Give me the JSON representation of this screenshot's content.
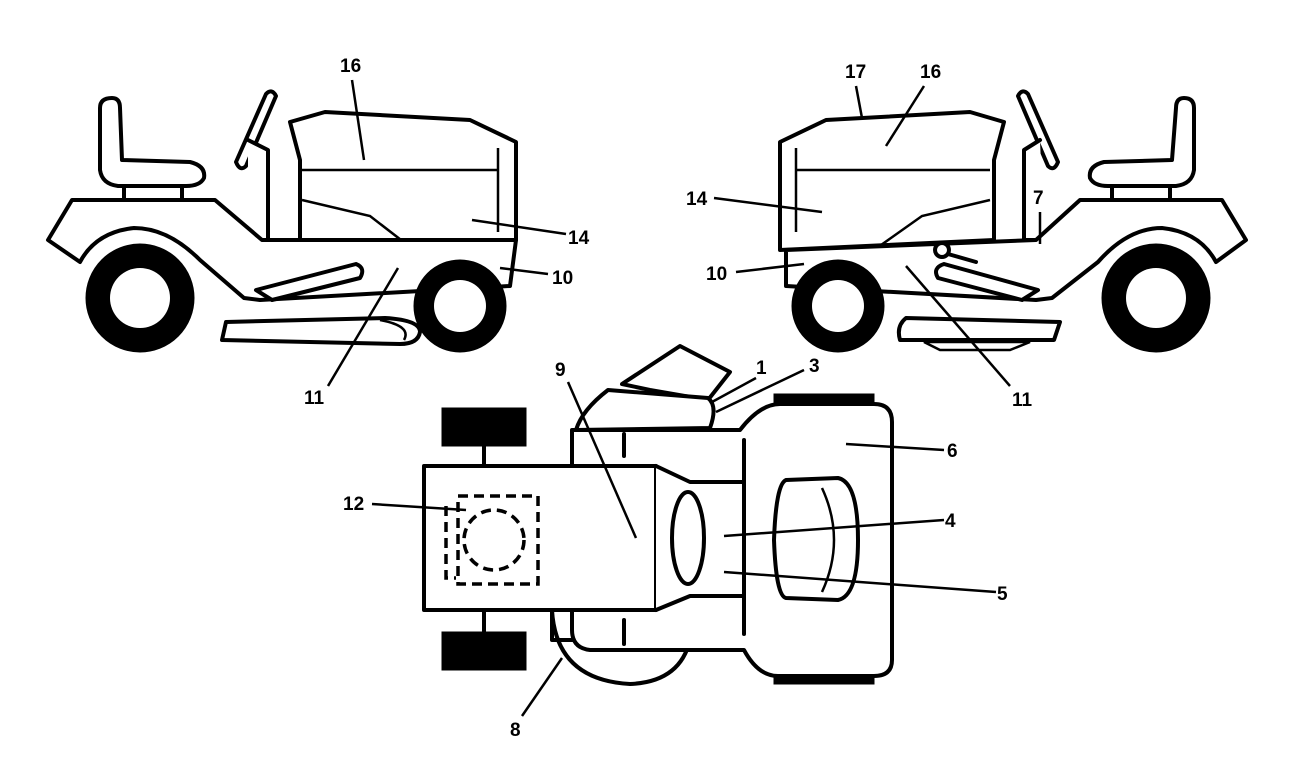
{
  "callouts": {
    "c16_left": "16",
    "c14_left": "14",
    "c10_left": "10",
    "c11_left": "11",
    "c17_right": "17",
    "c16_right": "16",
    "c14_right": "14",
    "c7_right": "7",
    "c10_right": "10",
    "c11_right": "11",
    "c9_top": "9",
    "c1_top": "1",
    "c3_top": "3",
    "c6_top": "6",
    "c4_top": "4",
    "c5_top": "5",
    "c12_top": "12",
    "c8_top": "8"
  },
  "colors": {
    "line": "#000000",
    "background": "#ffffff"
  }
}
